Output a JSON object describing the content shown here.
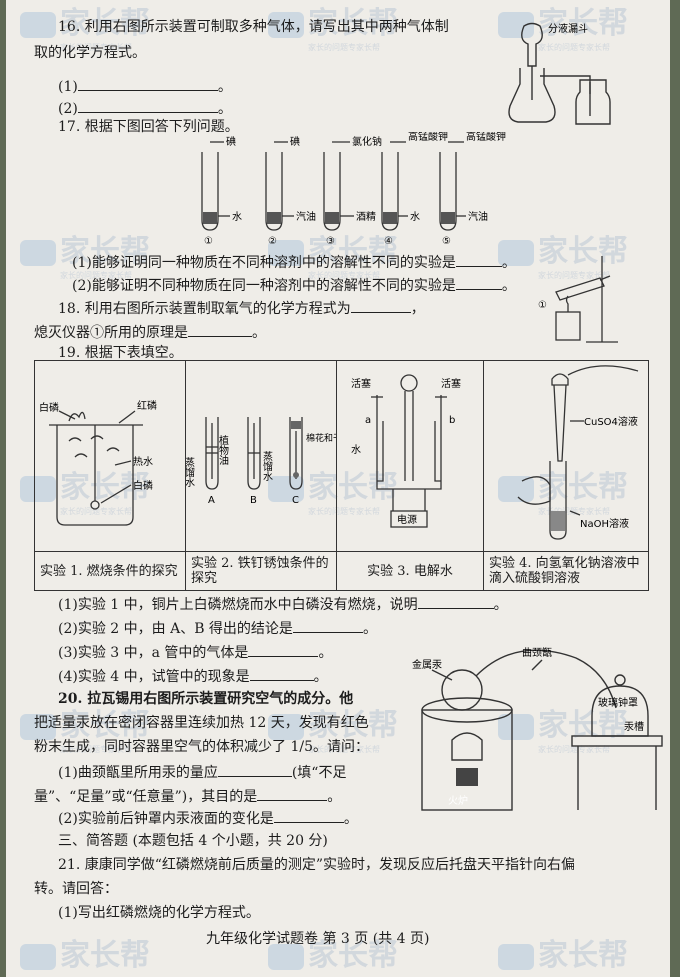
{
  "watermark": {
    "text": "家长帮",
    "sub": "家长的问题专家长帮"
  },
  "q16": {
    "text": "16. 利用右图所示装置可制取多种气体，请写出其中两种气体制",
    "text2": "取的化学方程式。",
    "item1": "(1)",
    "item2": "(2)",
    "end": "。",
    "fig_label": "分液漏斗"
  },
  "q17": {
    "text": "17. 根据下图回答下列问题。",
    "tubes": [
      {
        "top": "碘",
        "side": "水",
        "num": "①"
      },
      {
        "top": "碘",
        "side": "汽油",
        "num": "②"
      },
      {
        "top": "氯化钠",
        "side": "酒精",
        "num": "③"
      },
      {
        "top": "高锰酸钾",
        "side": "水",
        "num": "④"
      },
      {
        "top": "高锰酸钾",
        "side": "汽油",
        "num": "⑤"
      }
    ],
    "q1": "(1)能够证明同一种物质在不同种溶剂中的溶解性不同的实验是",
    "q2": "(2)能够证明不同种物质在同一种溶剂中的溶解性不同的实验是",
    "end": "。"
  },
  "q18": {
    "text": "18. 利用右图所示装置制取氧气的化学方程式为",
    "text_end": "，",
    "text2": "熄灭仪器①所用的原理是",
    "end": "。",
    "fig_label": "①"
  },
  "q19": {
    "text": "19. 根据下表填空。",
    "fig1": {
      "baiLin": "白磷",
      "hongLin": "红磷",
      "reShui": "热水",
      "baiLin2": "白磷"
    },
    "fig2": {
      "zhengLiuShui": "蒸馏水",
      "zhiWuYou": "植物油",
      "zhengLiuShui2": "蒸馏水",
      "mianHua": "棉花和干燥剂",
      "a": "A",
      "b": "B",
      "c": "C"
    },
    "fig3": {
      "huoSai": "活塞",
      "huoSai2": "活塞",
      "a": "a",
      "b": "b",
      "shui": "水",
      "dianYuan": "电源"
    },
    "fig4": {
      "cuso4": "CuSO4溶液",
      "naoh": "NaOH溶液"
    },
    "captions": [
      "实验 1. 燃烧条件的探究",
      "实验 2. 铁钉锈蚀条件的探究",
      "实验 3. 电解水",
      "实验 4. 向氢氧化钠溶液中滴入硫酸铜溶液"
    ],
    "q1": "(1)实验 1 中，铜片上白磷燃烧而水中白磷没有燃烧，说明",
    "q2": "(2)实验 2 中，由 A、B 得出的结论是",
    "q3": "(3)实验 3 中，a 管中的气体是",
    "q4": "(4)实验 4 中，试管中的现象是",
    "end": "。"
  },
  "q20": {
    "text": "20. 拉瓦锡用右图所示装置研究空气的成分。他",
    "text2": "把适量汞放在密闭容器里连续加热 12 天，发现有红色",
    "text3": "粉末生成，同时容器里空气的体积减少了 1/5。请问：",
    "q1a": "(1)曲颈甑里所用汞的量应",
    "q1b": "(填“不足",
    "q1c": "量”、“足量”或“任意量”)，其目的是",
    "q2": "(2)实验前后钟罩内汞液面的变化是",
    "end": "。",
    "fig": {
      "quJingZeng": "曲颈甑",
      "jinShuGong": "金属汞",
      "boLiZhongZhao": "玻璃钟罩",
      "gongCao": "汞槽",
      "huoLu": "火炉"
    }
  },
  "section3": "三、简答题 (本题包括 4 个小题，共 20 分)",
  "q21": {
    "text": "21. 康康同学做“红磷燃烧前后质量的测定”实验时，发现反应后托盘天平指针向右偏",
    "text2": "转。请回答：",
    "q1": "(1)写出红磷燃烧的化学方程式。"
  },
  "footer": "九年级化学试题卷   第 3 页   (共 4 页)"
}
